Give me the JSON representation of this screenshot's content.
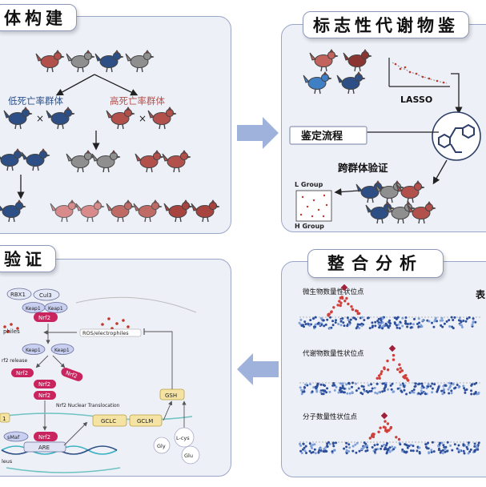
{
  "panels": {
    "construction": {
      "title": "体构建",
      "low_mortality": "低死亡率群体",
      "high_mortality": "高死亡率群体"
    },
    "biomarker": {
      "title": "标志性代谢物鉴",
      "lasso": "LASSO",
      "process_label": "鉴定流程",
      "cross_validation": "跨群体验证",
      "l_group": "L Group",
      "h_group": "H Group"
    },
    "validation": {
      "title": "验证",
      "nodes": {
        "rbx1": "RBX1",
        "cul3": "Cul3",
        "keap1": "Keap1",
        "nrf2": "Nrf2",
        "ros_left": "philes",
        "ros_right": "ROS/electrophiles",
        "release": "rf2 release",
        "translocation": "Nrf2 Nuclear Translocation",
        "gclc": "GCLC",
        "gclm": "GCLM",
        "gsh": "GSH",
        "lcys": "L-cys",
        "gly": "Gly",
        "glu": "Glu",
        "smaf": "sMaf",
        "are": "ARE",
        "nucleus": "leus",
        "num1": "1"
      }
    },
    "integration": {
      "title": "整合分析",
      "micro_qtl": "微生物数量性状位点",
      "metab_qtl": "代谢物数量性状位点",
      "mol_qtl": "分子数量性状位点",
      "edge_char": "表"
    }
  },
  "colors": {
    "blue": "#2d4f86",
    "red": "#b2514c",
    "gray": "#8f8f8f",
    "pink": "#d98a8a",
    "nrf2": "#c9245e",
    "arrow": "#9fb2dc"
  }
}
